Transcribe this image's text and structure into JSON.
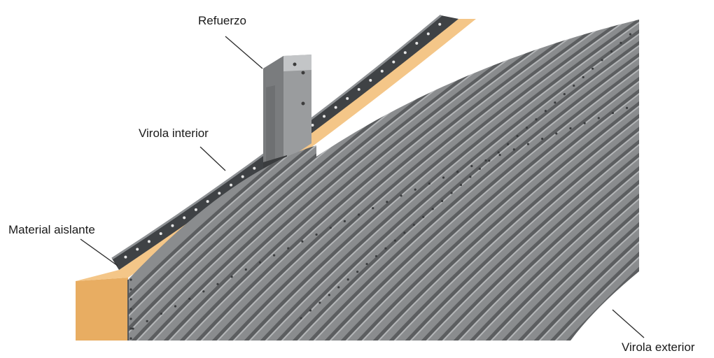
{
  "labels": {
    "refuerzo": "Refuerzo",
    "virola_interior": "Virola interior",
    "material_aislante": "Material aislante",
    "virola_exterior": "Virola exterior"
  },
  "colors": {
    "background": "#ffffff",
    "insulation": "#f2bf7c",
    "insulation_dark": "#e3a75e",
    "inner_shell": "#3f4245",
    "outer_shell": "#8a8c8e",
    "corrugation_shadow": "#5c5e60",
    "corrugation_highlight": "#b4b6b8",
    "stiffener": "#9a9c9e",
    "stiffener_dark": "#6e7072",
    "leader_line": "#2b2b2b"
  }
}
